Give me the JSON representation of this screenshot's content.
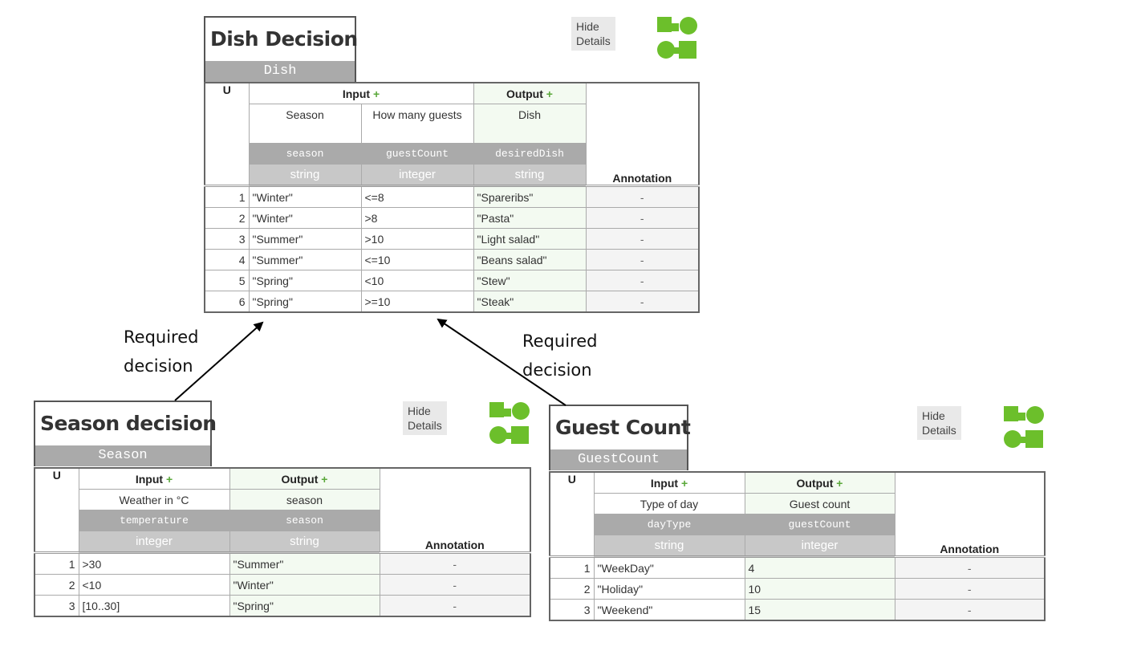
{
  "dish": {
    "title": "Dish Decision",
    "var": "Dish",
    "hide_label": "Hide Details",
    "u": "U",
    "input_header": "Input",
    "output_header": "Output",
    "plus": "+",
    "annotation_header": "Annotation",
    "inputs": [
      {
        "label": "Season",
        "var": "season",
        "type": "string"
      },
      {
        "label": "How many guests",
        "var": "guestCount",
        "type": "integer"
      }
    ],
    "output": {
      "label": "Dish",
      "var": "desiredDish",
      "type": "string"
    },
    "rules": [
      {
        "n": "1",
        "in1": "\"Winter\"",
        "in2": "<=8",
        "out": "\"Spareribs\"",
        "ann": "-"
      },
      {
        "n": "2",
        "in1": "\"Winter\"",
        "in2": ">8",
        "out": "\"Pasta\"",
        "ann": "-"
      },
      {
        "n": "3",
        "in1": "\"Summer\"",
        "in2": ">10",
        "out": "\"Light salad\"",
        "ann": "-"
      },
      {
        "n": "4",
        "in1": "\"Summer\"",
        "in2": "<=10",
        "out": "\"Beans salad\"",
        "ann": "-"
      },
      {
        "n": "5",
        "in1": "\"Spring\"",
        "in2": "<10",
        "out": "\"Stew\"",
        "ann": "-"
      },
      {
        "n": "6",
        "in1": "\"Spring\"",
        "in2": ">=10",
        "out": "\"Steak\"",
        "ann": "-"
      }
    ]
  },
  "season": {
    "title": "Season decision",
    "var": "Season",
    "hide_label": "Hide Details",
    "u": "U",
    "input_header": "Input",
    "output_header": "Output",
    "plus": "+",
    "annotation_header": "Annotation",
    "input": {
      "label": "Weather in °C",
      "var": "temperature",
      "type": "integer"
    },
    "output": {
      "label": "season",
      "var": "season",
      "type": "string"
    },
    "rules": [
      {
        "n": "1",
        "in1": ">30",
        "out": "\"Summer\"",
        "ann": "-"
      },
      {
        "n": "2",
        "in1": "<10",
        "out": "\"Winter\"",
        "ann": "-"
      },
      {
        "n": "3",
        "in1": "[10..30]",
        "out": "\"Spring\"",
        "ann": "-"
      }
    ]
  },
  "guest": {
    "title": "Guest Count",
    "var": "GuestCount",
    "hide_label": "Hide Details",
    "u": "U",
    "input_header": "Input",
    "output_header": "Output",
    "plus": "+",
    "annotation_header": "Annotation",
    "input": {
      "label": "Type of day",
      "var": "dayType",
      "type": "string"
    },
    "output": {
      "label": "Guest count",
      "var": "guestCount",
      "type": "integer"
    },
    "rules": [
      {
        "n": "1",
        "in1": "\"WeekDay\"",
        "out": "4",
        "ann": "-"
      },
      {
        "n": "2",
        "in1": "\"Holiday\"",
        "out": "10",
        "ann": "-"
      },
      {
        "n": "3",
        "in1": "\"Weekend\"",
        "out": "15",
        "ann": "-"
      }
    ]
  },
  "notes": {
    "left": "Required\ndecision",
    "right": "Required\ndecision"
  },
  "colors": {
    "logo_green": "#6cbf2b",
    "output_bg": "#f3faf1",
    "var_bg": "#aaaaaa"
  }
}
